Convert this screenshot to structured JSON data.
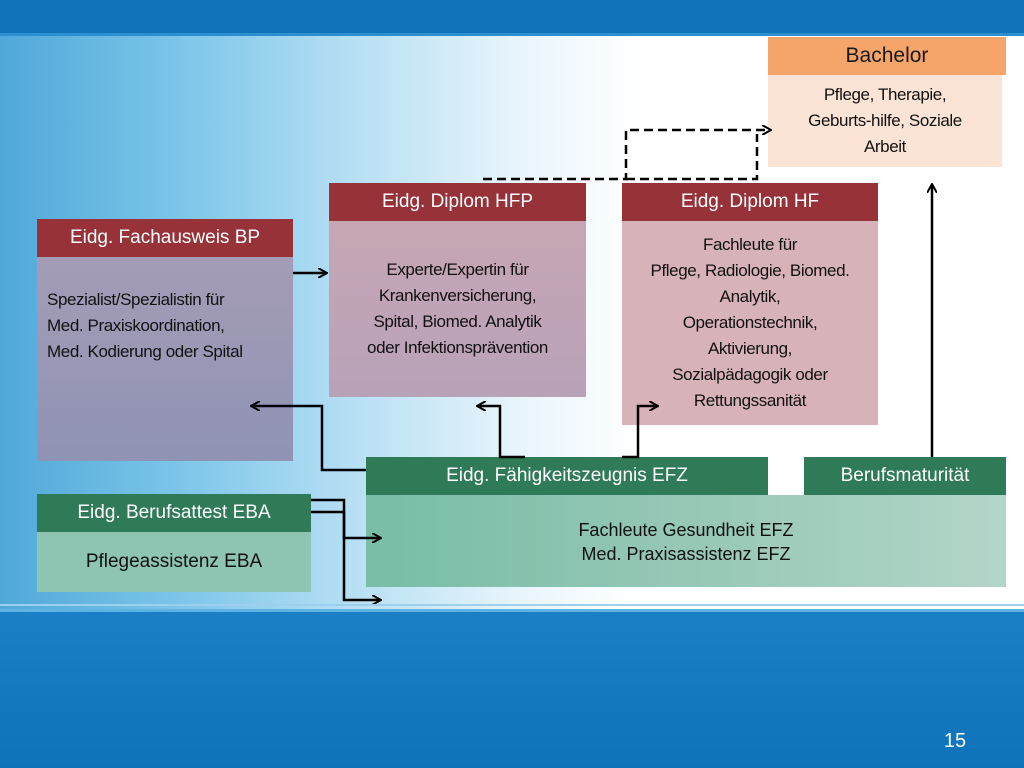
{
  "slide": {
    "page_number": "15"
  },
  "boxes": {
    "bachelor": {
      "title": "Bachelor",
      "lines": [
        "Pflege, Therapie,",
        "Geburts-hilfe, Soziale",
        "Arbeit"
      ]
    },
    "diplom_hfp": {
      "title": "Eidg. Diplom HFP",
      "lines": [
        "Experte/Expertin für",
        "Krankenversicherung,",
        "Spital, Biomed. Analytik",
        "oder Infektionsprävention"
      ]
    },
    "diplom_hf": {
      "title": "Eidg. Diplom HF",
      "lines": [
        "Fachleute für",
        "Pflege, Radiologie, Biomed.",
        "Analytik,",
        "Operationstechnik,",
        "Aktivierung,",
        "Sozialpädagogik oder",
        "Rettungssanität"
      ]
    },
    "fachausweis_bp": {
      "title": "Eidg. Fachausweis BP",
      "lines": [
        "Spezialist/Spezialistin für",
        "Med. Praxiskoordination,",
        "Med. Kodierung oder Spital"
      ]
    },
    "efz": {
      "title": "Eidg. Fähigkeitszeugnis EFZ",
      "lines": [
        "Fachleute Gesundheit EFZ",
        "Med. Praxisassistenz EFZ"
      ]
    },
    "berufsmaturitaet": {
      "title": "Berufsmaturität"
    },
    "eba": {
      "title": "Eidg. Berufsattest EBA",
      "lines": [
        "Pflegeassistenz EBA"
      ]
    }
  },
  "colors": {
    "header_red": "#963238",
    "header_green": "#2f7a57",
    "header_orange": "#f5a46a",
    "top_bar": "#1072b8"
  }
}
